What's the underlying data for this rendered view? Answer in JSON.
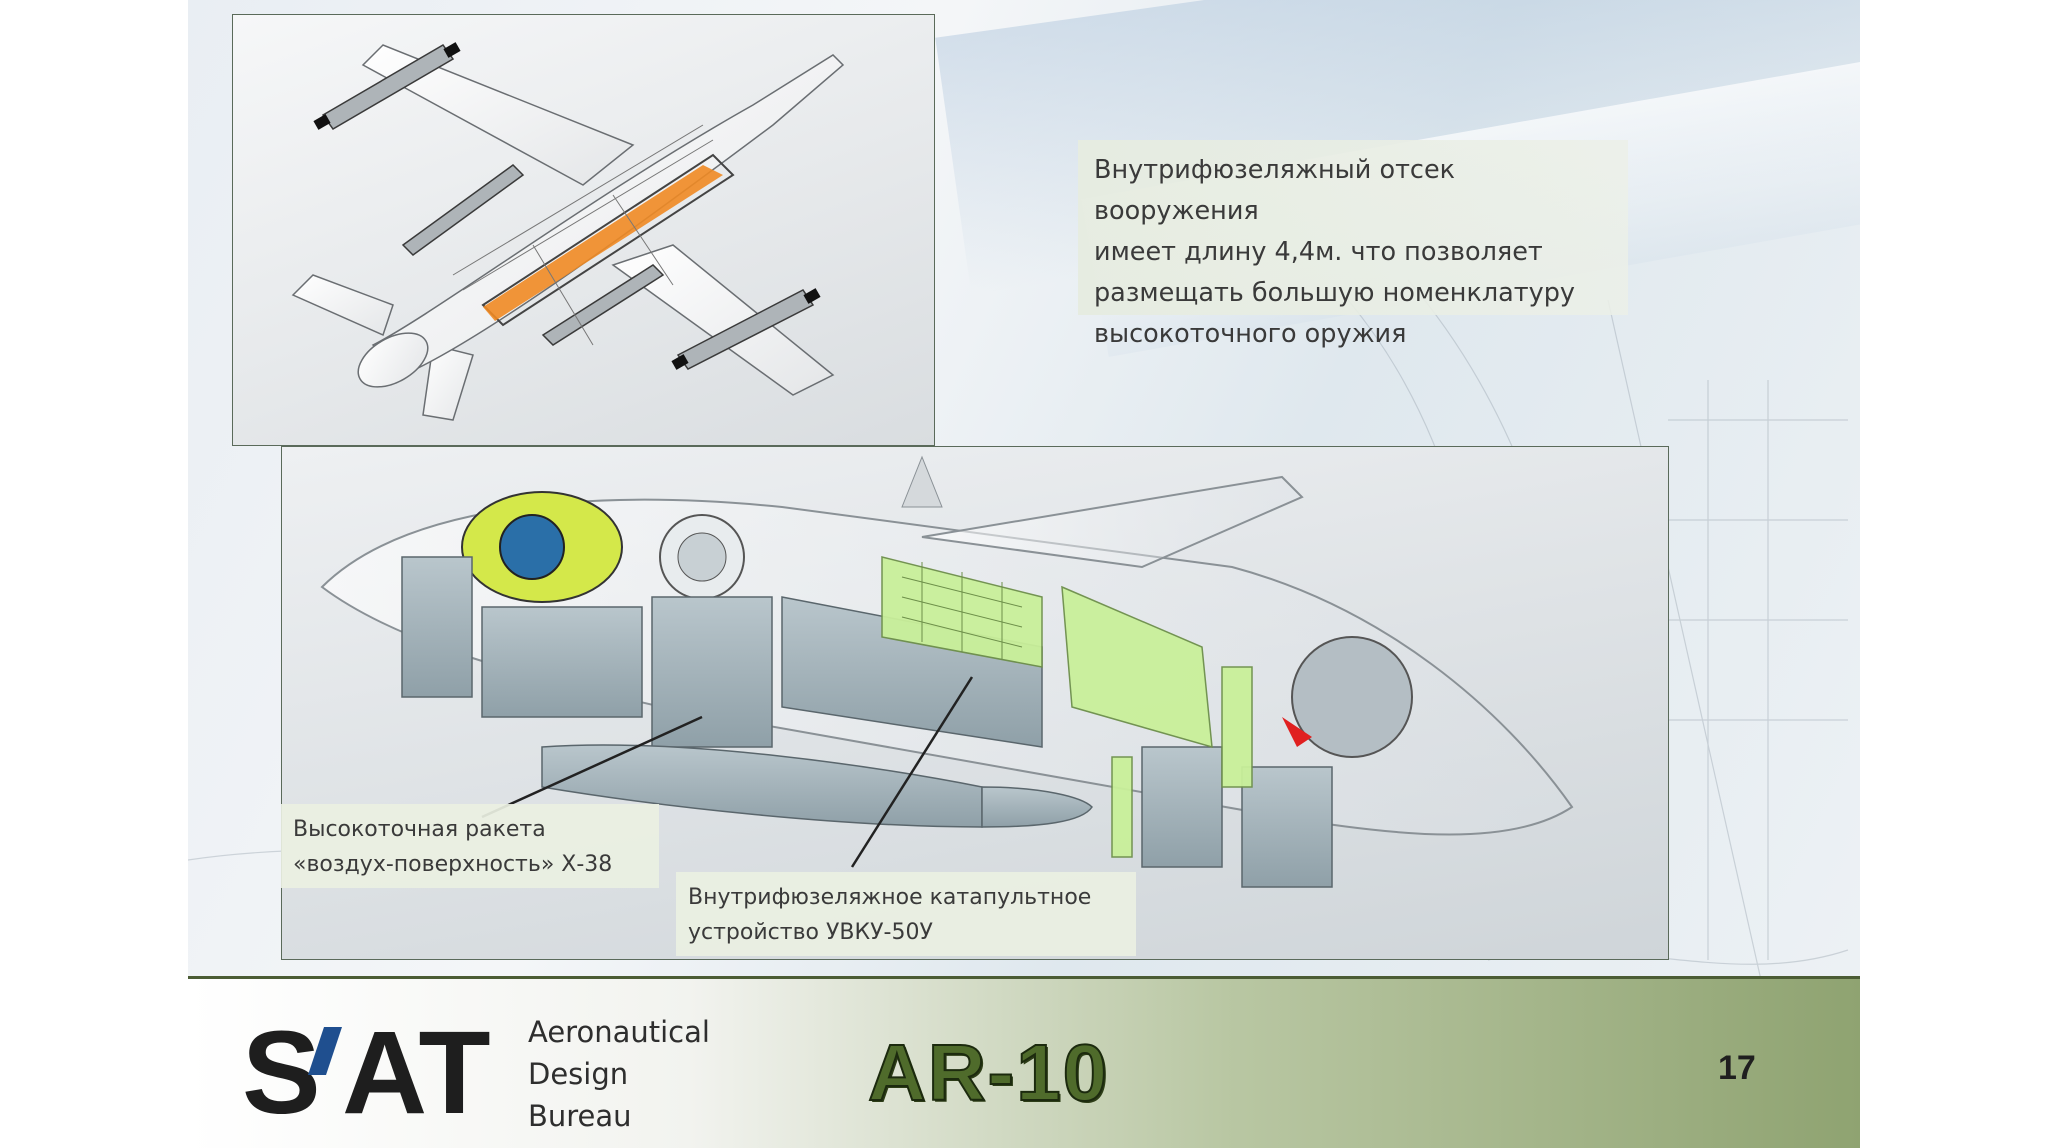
{
  "description": {
    "text": "Внутрифюзеляжный отсек вооружения\nимеет длину 4,4м. что позволяет\nразмещать большую номенклатуру\nвысокоточного оружия"
  },
  "callouts": {
    "missile": "Высокоточная ракета\n«воздух-поверхность» Х-38",
    "catapult": "Внутрифюзеляжное катапультное\nустройство УВКУ-50У"
  },
  "footer": {
    "logo_text": "S/AT",
    "company_lines": [
      "Aeronautical",
      "Design",
      "Bureau"
    ],
    "model": "AR-10",
    "page_number": "17"
  },
  "colors": {
    "accent_green": "#4f6b2b",
    "logo_slash": "#1f4f8f",
    "highlight_orange": "#f08a24",
    "frame_green": "#c9f09a"
  }
}
